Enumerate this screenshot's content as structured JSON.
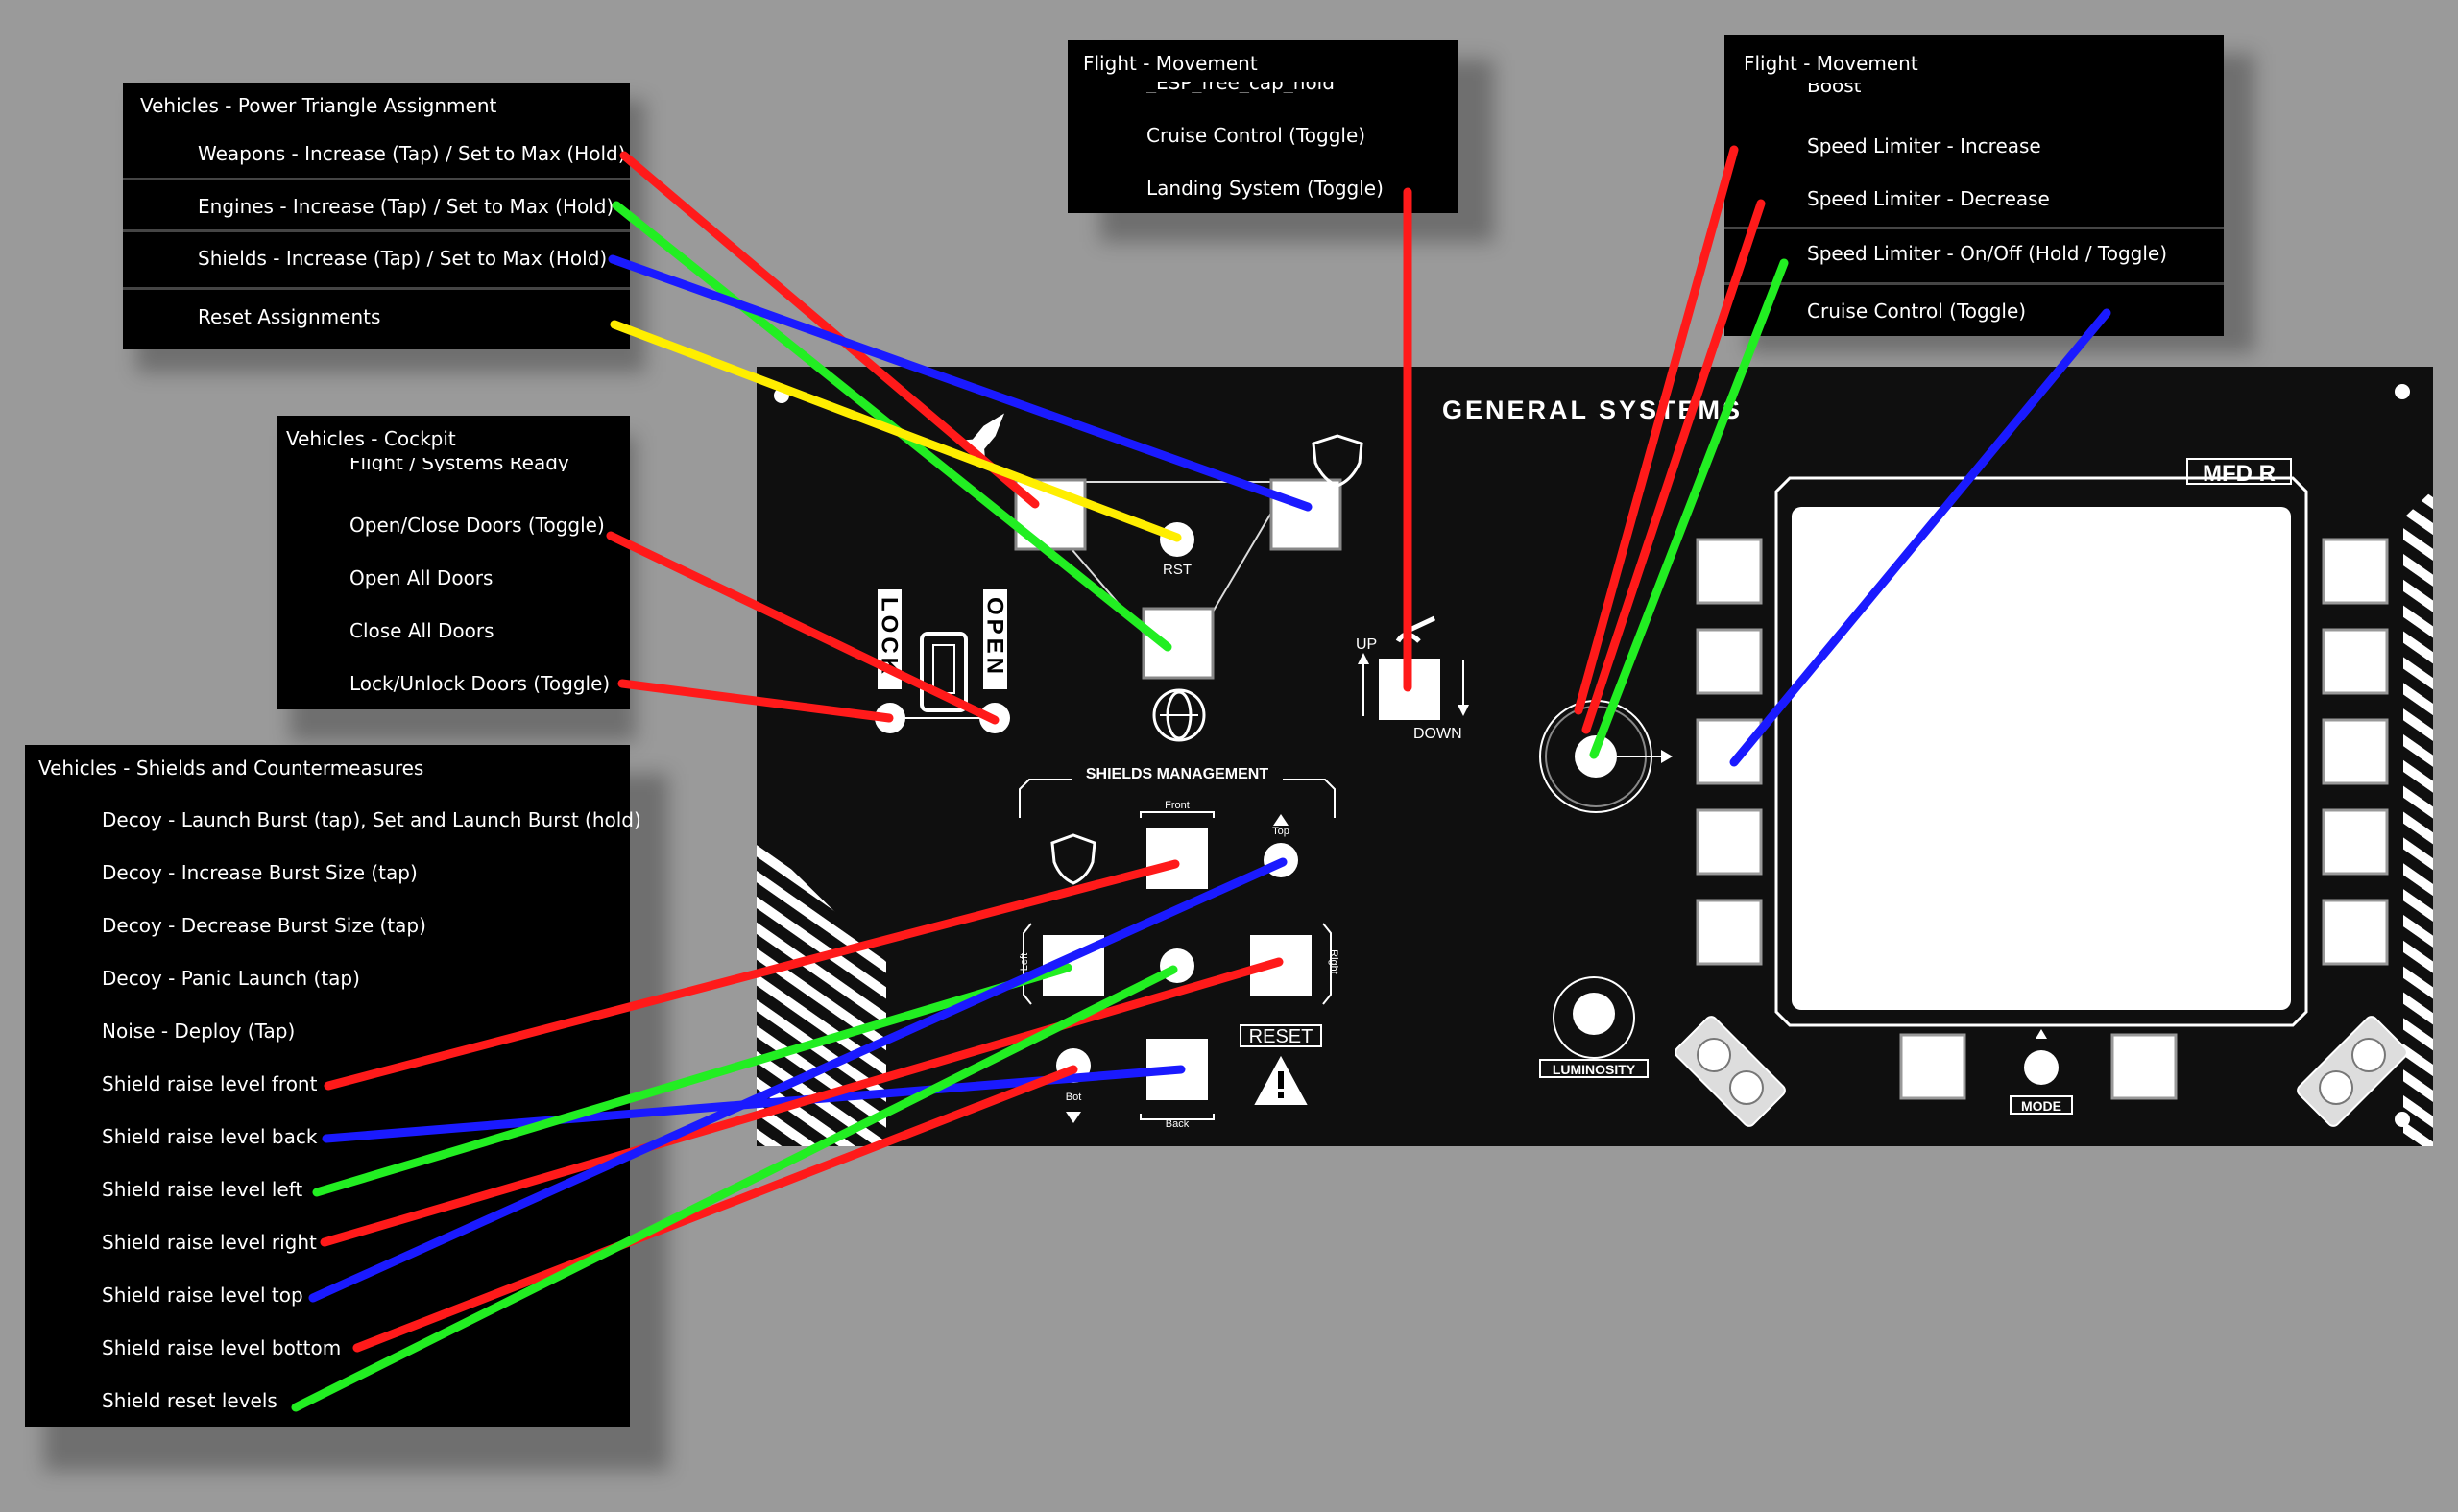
{
  "power_panel": {
    "title": "Vehicles - Power Triangle Assignment",
    "items": [
      "Weapons - Increase (Tap) / Set to Max (Hold)",
      "Engines - Increase (Tap) / Set to Max (Hold)",
      "Shields - Increase (Tap) / Set to Max (Hold)",
      "Reset Assignments"
    ]
  },
  "cockpit_panel": {
    "title": "Vehicles - Cockpit",
    "clipped_item": "Flight / Systems Ready",
    "items": [
      "Open/Close Doors (Toggle)",
      "Open All Doors",
      "Close All Doors",
      "Lock/Unlock Doors (Toggle)"
    ]
  },
  "shields_panel": {
    "title": "Vehicles - Shields and Countermeasures",
    "items": [
      "Decoy - Launch Burst (tap), Set and Launch Burst (hold)",
      "Decoy - Increase Burst Size (tap)",
      "Decoy - Decrease Burst Size (tap)",
      "Decoy - Panic Launch (tap)",
      "Noise - Deploy (Tap)",
      "Shield raise level front",
      "Shield raise level back",
      "Shield raise level left",
      "Shield raise level right",
      "Shield raise level top",
      "Shield raise level bottom",
      "Shield reset levels"
    ]
  },
  "flight_panel_1": {
    "title": "Flight - Movement",
    "clipped_item": "_ESP_free_cap_hold",
    "items": [
      "Cruise Control (Toggle)",
      "Landing System (Toggle)"
    ]
  },
  "flight_panel_2": {
    "title": "Flight - Movement",
    "clipped_item": "Boost",
    "items": [
      "Speed Limiter - Increase",
      "Speed Limiter - Decrease",
      "Speed Limiter - On/Off (Hold / Toggle)",
      "Cruise Control (Toggle)"
    ]
  },
  "device": {
    "title": "GENERAL SYSTEMS",
    "mfd_label": "MFD R",
    "rst_label": "RST",
    "lock_label": "LOCK",
    "open_label": "OPEN",
    "up_label": "UP",
    "down_label": "DOWN",
    "shields_mgmt_label": "SHIELDS MANAGEMENT",
    "front_label": "Front",
    "back_label": "Back",
    "left_label": "Left",
    "right_label": "Right",
    "top_label": "Top",
    "bot_label": "Bot",
    "reset_label": "RESET",
    "luminosity_label": "LUMINOSITY",
    "mode_label": "MODE"
  },
  "line_colors": {
    "red": "#ff1a1a",
    "green": "#22ee22",
    "blue": "#1a1aff",
    "yellow": "#ffee00"
  },
  "icons": [
    "ship-icon",
    "shield-icon",
    "fan-icon",
    "warning-icon",
    "door-icon"
  ]
}
